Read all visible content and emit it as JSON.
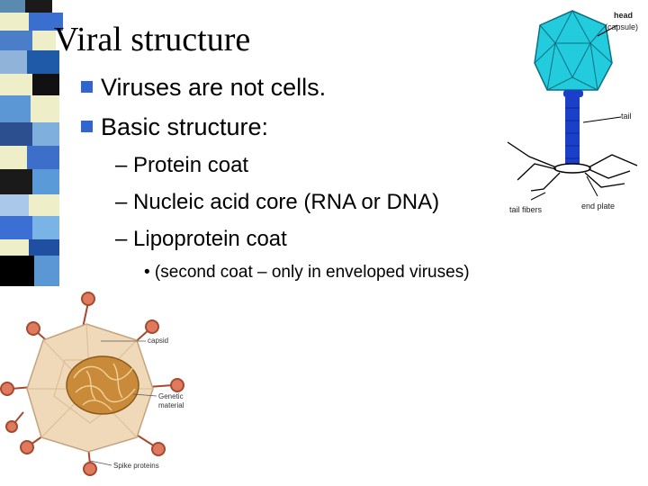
{
  "slide": {
    "title": "Viral structure",
    "bullets": [
      {
        "text": "Viruses are not cells."
      },
      {
        "text": "Basic structure:"
      }
    ],
    "sub_items": [
      "– Protein coat",
      "– Nucleic acid core (RNA or DNA)",
      "– Lipoprotein coat"
    ],
    "note": "• (second coat – only in enveloped viruses)"
  },
  "phage_diagram": {
    "labels": {
      "head_line1": "head",
      "head_line2": "(capsule)",
      "tail": "tail",
      "tail_fibers": "tail fibers",
      "end_plate": "end plate"
    }
  },
  "virion_diagram": {
    "labels": {
      "capsid": "capsid",
      "genetic_line1": "Genetic",
      "genetic_line2": "material",
      "spike_proteins": "Spike proteins"
    }
  },
  "colors": {
    "bullet_marker": "#3366cc",
    "phage_head": "#22ccdd",
    "phage_tail": "#1a3fc8",
    "virion_shell": "#f0d9b8",
    "virion_core": "#c98a3a",
    "spike": "#e07a5f"
  }
}
